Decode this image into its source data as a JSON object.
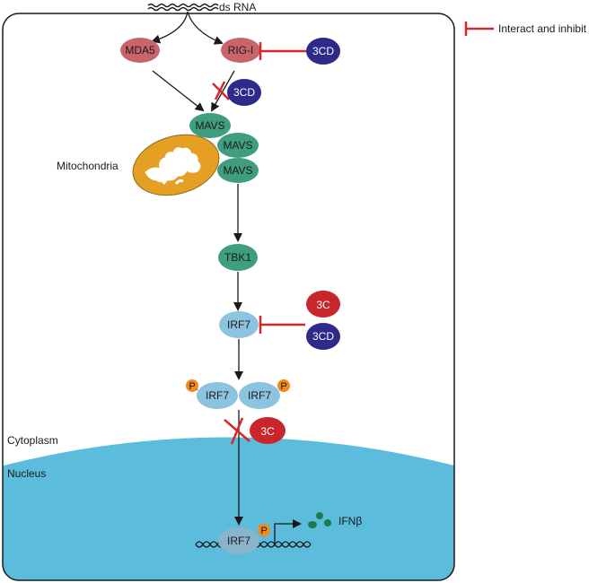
{
  "legend": {
    "label": "Interact and inhibit",
    "color": "#d7262b"
  },
  "labels": {
    "ds_rna": "ds RNA",
    "mitochondria": "Mitochondria",
    "cytoplasm": "Cytoplasm",
    "nucleus": "Nucleus",
    "ifnb": "IFNβ"
  },
  "nodes": {
    "mda5": "MDA5",
    "rig_i": "RIG-I",
    "cd3_a": "3CD",
    "cd3_b": "3CD",
    "mavs_1": "MAVS",
    "mavs_2": "MAVS",
    "mavs_3": "MAVS",
    "tbk1": "TBK1",
    "irf7": "IRF7",
    "c3_a": "3C",
    "cd3_c": "3CD",
    "irf7_left": "IRF7",
    "irf7_right": "IRF7",
    "c3_b": "3C",
    "irf7_nuclear": "IRF7",
    "p_left": "P",
    "p_right": "P",
    "p_nuclear": "P"
  },
  "colors": {
    "pink_node": "#c9646b",
    "purple_node": "#2e2a8a",
    "green_node": "#3f9e80",
    "dark_green": "#1e7a4e",
    "blue_node": "#8cc3de",
    "red_node": "#c8262b",
    "orange_p": "#f08a1c",
    "mito_fill": "#e5a024",
    "nucleus_fill": "#5bbcdc",
    "inhibit": "#d7262b"
  }
}
